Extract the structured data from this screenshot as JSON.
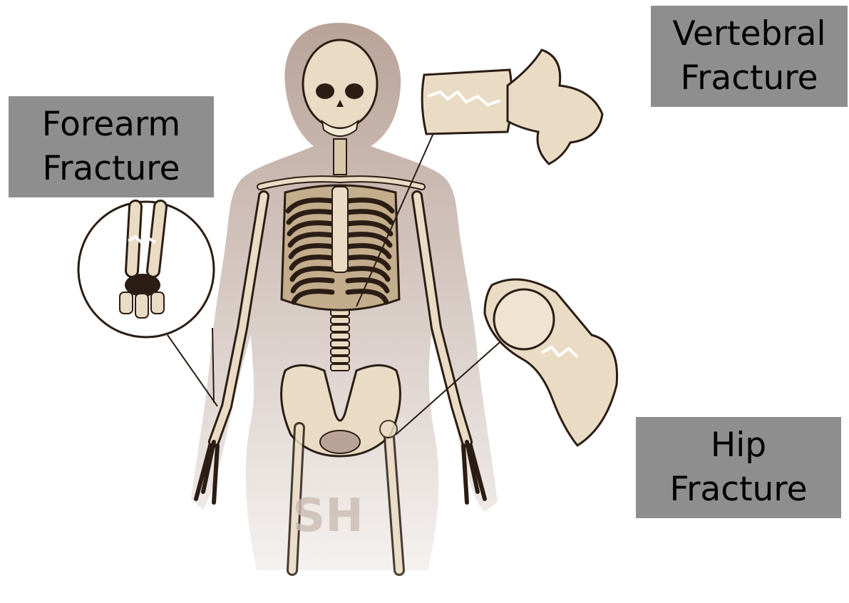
{
  "labels": {
    "forearm": {
      "line1": "Forearm",
      "line2": "Fracture"
    },
    "vertebral": {
      "line1": "Vertebral",
      "line2": "Fracture"
    },
    "hip": {
      "line1": "Hip",
      "line2": "Fracture"
    }
  },
  "watermark": "SH",
  "colors": {
    "silhouette": "#b9a399",
    "bone": "#eadcc4",
    "bone_shadow": "#c4ad8c",
    "outline": "#2b1d14",
    "label_background": "#8e8e8e",
    "fracture_highlight": "#ffffff"
  }
}
